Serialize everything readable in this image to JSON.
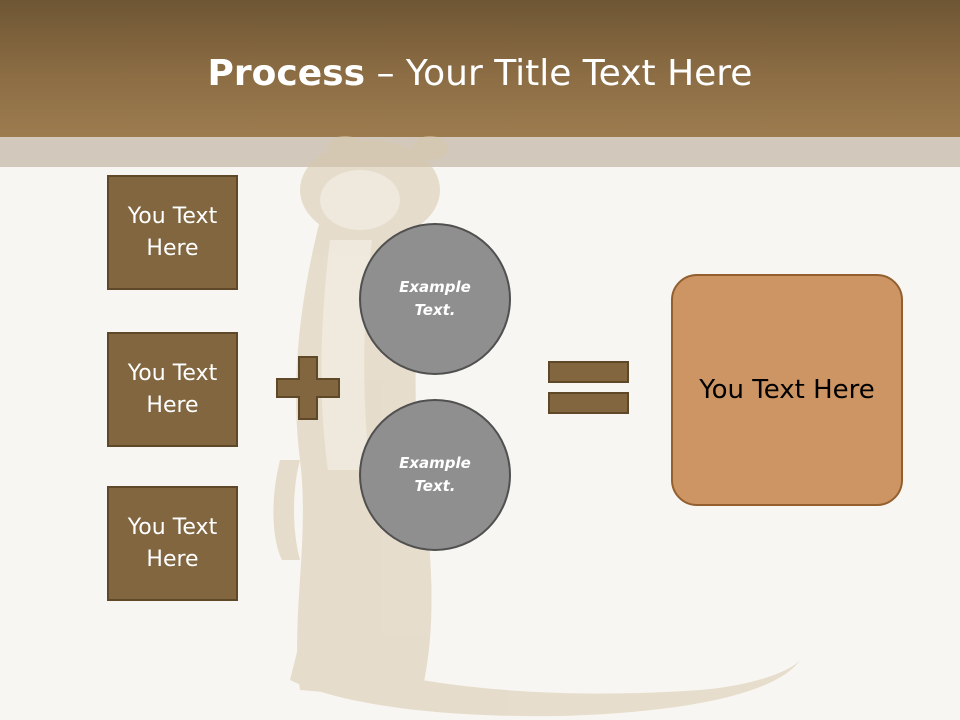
{
  "slide": {
    "title_bold": "Process",
    "title_separator": " – ",
    "title_rest": "Your Title Text Here"
  },
  "inputs": [
    {
      "label": "You Text Here"
    },
    {
      "label": "You Text Here"
    },
    {
      "label": "You Text Here"
    }
  ],
  "circles": [
    {
      "label": "Example Text."
    },
    {
      "label": "Example Text."
    }
  ],
  "result": {
    "label": "You Text Here"
  },
  "colors": {
    "header": "#8c6d44",
    "box_fill": "#826640",
    "circle_fill": "#8f8f8f",
    "result_fill": "#cc9563",
    "background": "#f8f6f2"
  },
  "icons": [
    "plus-icon",
    "equals-icon"
  ]
}
